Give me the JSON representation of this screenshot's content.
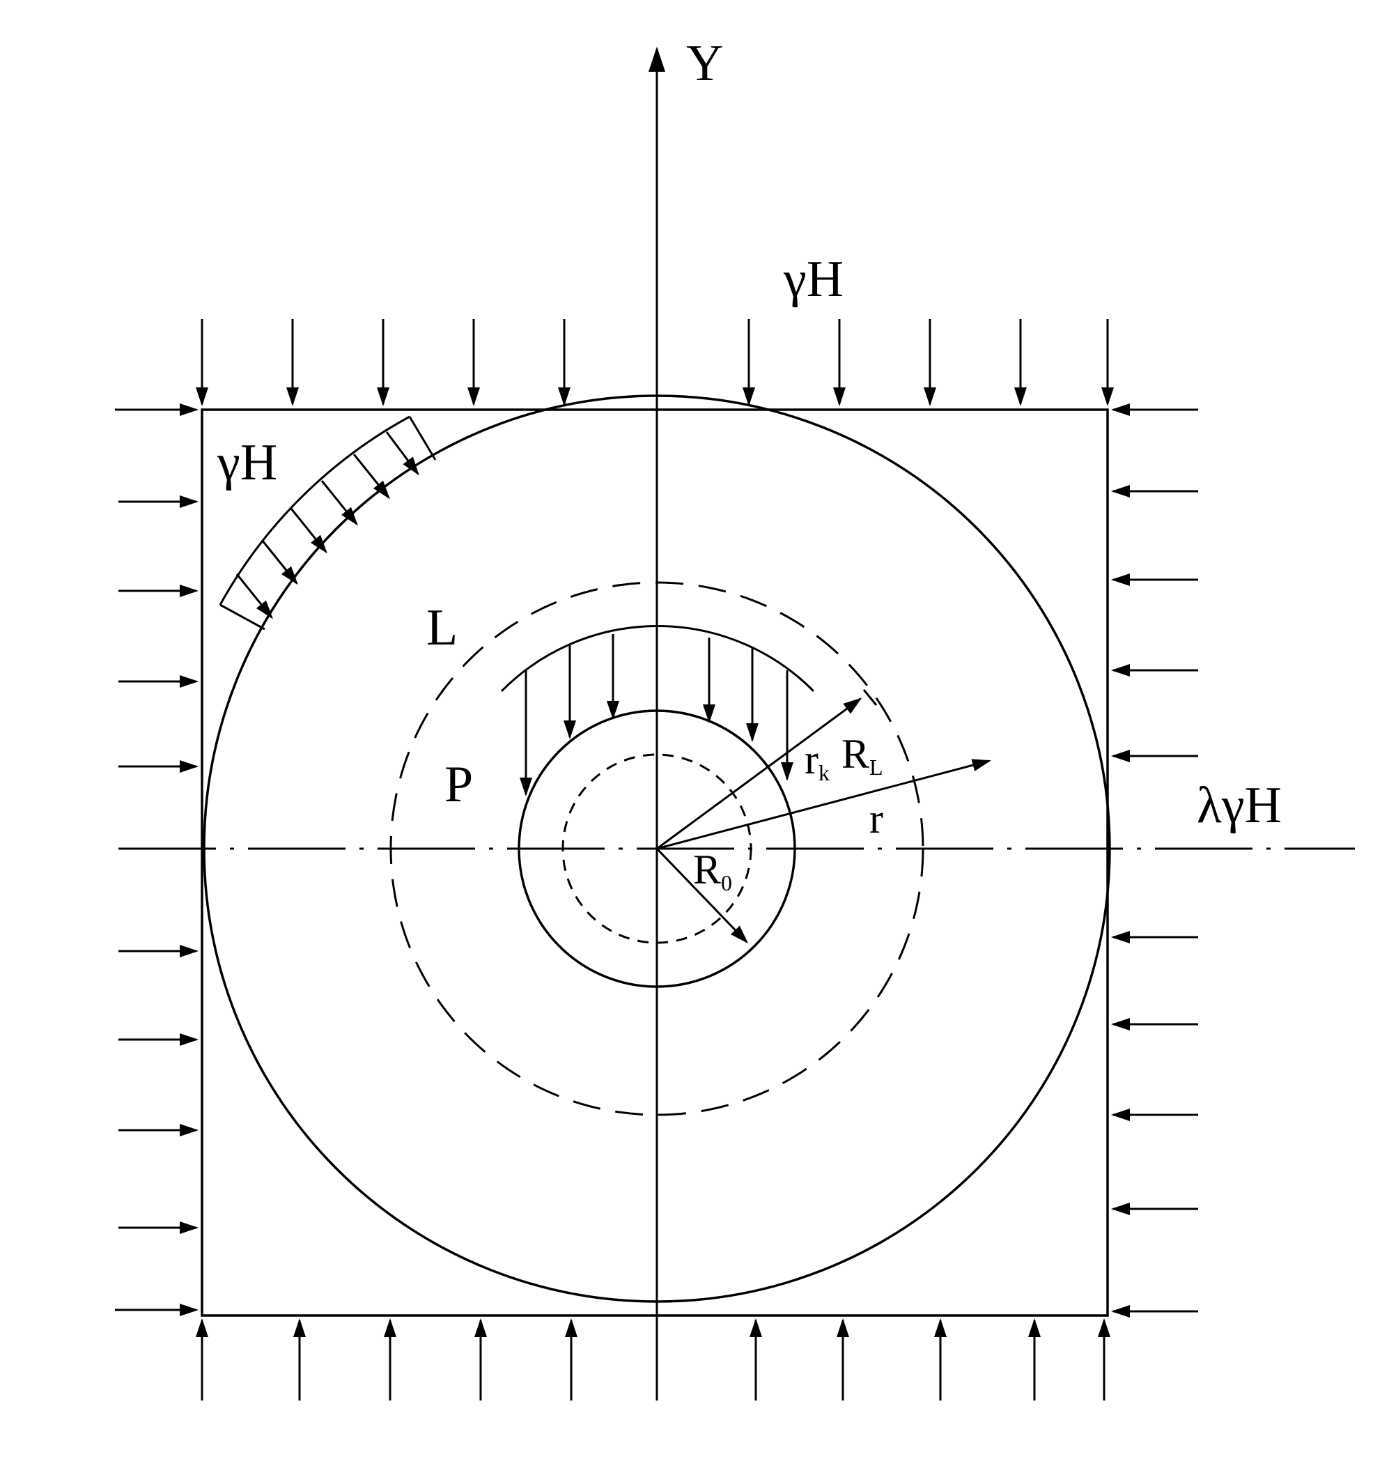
{
  "labels": {
    "y_axis": "Y",
    "top_load": "γH",
    "arc_load": "γH",
    "right_load": "λγH",
    "zone_l": "L",
    "zone_p": "P",
    "r_k": "r",
    "r_k_sub": "k",
    "r_l": "R",
    "r_l_sub": "L",
    "r": "r",
    "r0": "R",
    "r0_sub": "0"
  },
  "colors": {
    "ink": "#000000",
    "background": "#ffffff"
  }
}
